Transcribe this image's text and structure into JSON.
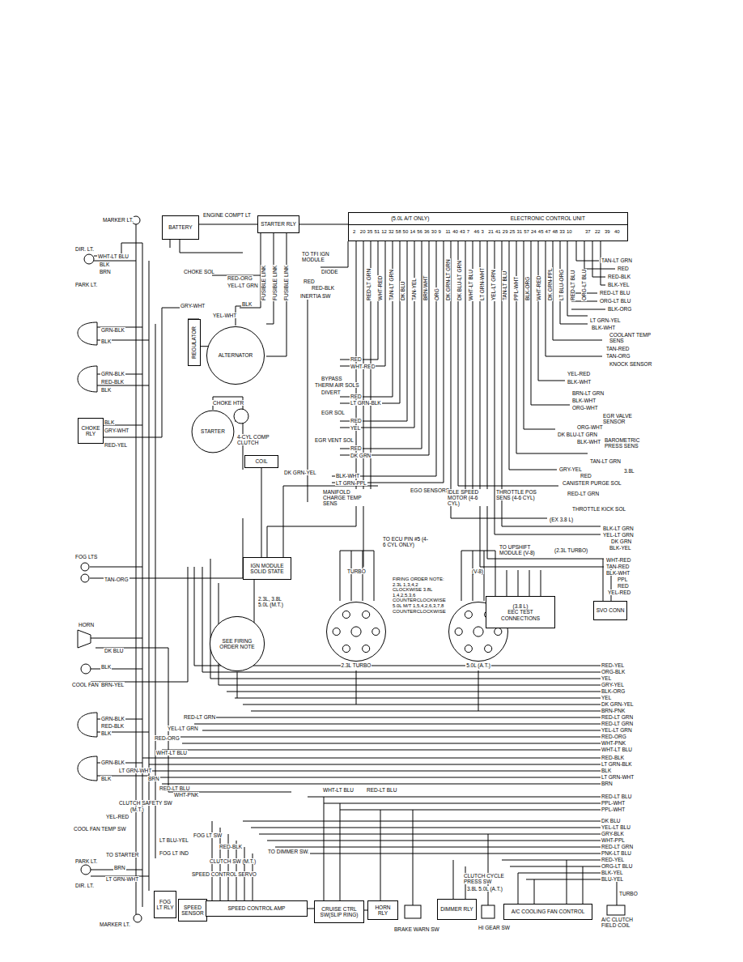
{
  "diagram": {
    "nodes": [
      {
        "text": [
          "BATTERY"
        ]
      },
      {
        "text": [
          "STARTER RLY"
        ]
      },
      {
        "text": [
          "(5.0L A/T ONLY)",
          "ELECTRONIC CONTROL UNIT"
        ]
      },
      {
        "text": [
          "REGULATOR"
        ]
      },
      {
        "text": [
          "ALTERNATOR"
        ]
      },
      {
        "text": [
          "CHOKE RLY"
        ]
      },
      {
        "text": [
          "STARTER"
        ]
      },
      {
        "text": [
          "COIL"
        ]
      },
      {
        "text": [
          "IGN MODULE",
          "SOLID STATE"
        ]
      },
      {
        "text": [
          "SEE FIRING ORDER NOTE"
        ]
      },
      {
        "text": [
          "2.3L TURBO"
        ]
      },
      {
        "text": [
          "5.0L (A.T.)"
        ]
      },
      {
        "text": [
          "(3.8 L)",
          "EEC TEST CONNECTIONS"
        ]
      },
      {
        "text": [
          "SVO CONN"
        ]
      },
      {
        "text": [
          "FOG LT RLY"
        ]
      },
      {
        "text": [
          "SPEED SENSOR"
        ]
      },
      {
        "text": [
          "SPEED CONTROL AMP"
        ]
      },
      {
        "text": [
          "CRUISE CTRL SW(SLIP RING)"
        ]
      },
      {
        "text": [
          "HORN RLY"
        ]
      },
      {
        "text": [
          "DIMMER RLY"
        ]
      },
      {
        "text": [
          "A/C COOLING FAN CONTROL"
        ]
      }
    ],
    "edges": [
      {
        "from": 0,
        "to": 1,
        "arrow": "none"
      },
      {
        "from": 3,
        "to": 4,
        "arrow": "none"
      },
      {
        "from": 7,
        "to": 8,
        "arrow": "none"
      },
      {
        "from": 8,
        "to": 9,
        "arrow": "none"
      },
      {
        "from": 15,
        "to": 16,
        "arrow": "none"
      },
      {
        "from": 16,
        "to": 17,
        "arrow": "none"
      },
      {
        "from": 17,
        "to": 18,
        "arrow": "none"
      }
    ],
    "labels": [
      "2",
      "20",
      "35",
      "51",
      "12",
      "32",
      "58",
      "50",
      "14",
      "56",
      "36",
      "30",
      "9",
      "11",
      "40",
      "43",
      "7",
      "46",
      "3",
      "21",
      "41",
      "29",
      "25",
      "31",
      "57",
      "24",
      "45",
      "47",
      "48",
      "33",
      "10",
      "37",
      "22",
      "39",
      "40",
      "RED-LT GRN",
      "WHT-RED",
      "TAN-LT GRN",
      "DK BLU",
      "TAN-YEL",
      "BRN-WHT",
      "ORG",
      "DK GRN-LT GRN",
      "DK BLU-LT GRN",
      "WHT-LT BLU",
      "LT GRN-WHT",
      "YEL-LT GRN",
      "TAN-LT BLU",
      "PPL-WHT",
      "BLK-ORG",
      "WHT-RED",
      "DK GRN-PPL",
      "LT BLU-ORG",
      "RED-LT BLU",
      "ORG-LT BLU",
      "TAN-LT GRN",
      "RED",
      "RED-BLK",
      "BLK-YEL",
      "RED-LT BLU",
      "ORG-LT BLU",
      "BLK-ORG",
      "LT GRN-YEL",
      "BLK-WHT",
      "COOLANT TEMP SENS",
      "TAN-RED",
      "TAN-ORG",
      "KNOCK SENSOR",
      "YEL-RED",
      "BLK-WHT",
      "BRN-LT GRN",
      "BLK-WHT",
      "ORG-WHT",
      "EGR VALVE SENSOR",
      "ORG-WHT",
      "DK BLU-LT GRN",
      "BLK-WHT",
      "BAROMETRIC PRESS SENS",
      "TAN-LT GRN",
      "GRY-YEL",
      "3.8L",
      "RED",
      "CANISTER PURGE SOL",
      "RED-LT GRN",
      "THROTTLE KICK SOL",
      "(EX 3.8 L)",
      "BLK-LT GRN",
      "YEL-LT GRN",
      "DK GRN",
      "BLK-YEL",
      "(2.3L TURBO)",
      "WHT-RED",
      "TAN-RED",
      "BLK-WHT",
      "PPL",
      "RED",
      "YEL-RED",
      "RED-YEL",
      "ORG-BLK",
      "YEL",
      "GRY-YEL",
      "BLK-ORG",
      "YEL",
      "DK GRN-YEL",
      "BRN-PNK",
      "RED-LT GRN",
      "RED-LT GRN",
      "YEL-LT GRN",
      "RED-ORG",
      "WHT-PNK",
      "WHT-LT BLU",
      "RED-BLK",
      "LT GRN-BLK",
      "BLK",
      "LT GRN-WHT",
      "BRN",
      "RED-LT BLU",
      "PPL-WHT",
      "PPL-WHT",
      "DK BLU",
      "YEL-LT BLU",
      "GRY-BLK",
      "WHT-PPL",
      "RED-LT GRN",
      "PNK-LT BLU",
      "RED-YEL",
      "ORG-LT BLU",
      "BLK-YEL",
      "BLU-YEL",
      "MARKER LT.",
      "ENGINE COMPT LT",
      "DIR. LT.",
      "WHT-LT BLU",
      "BLK",
      "BRN",
      "PARK LT.",
      "GRN-BLK",
      "BLK",
      "GRN-BLK",
      "RED-BLK",
      "BLK",
      "BLK",
      "GRY-WHT",
      "RED-YEL",
      "FOG LTS",
      "TAN-ORG",
      "HORN",
      "DK BLU",
      "BLK",
      "COOL FAN",
      "BRN-YEL",
      "GRN-BLK",
      "RED-BLK",
      "BLK",
      "RED-LT GRN",
      "YEL-LT GRN",
      "RED-ORG",
      "WHT-LT BLU",
      "GRN-BLK",
      "LT GRN-WHT",
      "BLK",
      "BRN",
      "RED-LT BLU",
      "WHT-PNK",
      "CLUTCH SAFETY SW",
      "(M.T.)",
      "YEL-RED",
      "COOL FAN TEMP SW",
      "LT BLU-YEL",
      "FOG LT SW",
      "RED-BLK",
      "TO DIMMER SW.",
      "FOG LT IND",
      "TO STARTER",
      "CLUTCH SW (M.T.)",
      "PARK LT.",
      "BRN",
      "SPEED CONTROL SERVO",
      "LT GRN-WHT",
      "DIR. LT.",
      "MARKER LT.",
      "CHOKE SOL",
      "RED-ORG",
      "YEL-LT GRN",
      "GRY-WHT",
      "BLK",
      "YEL-WHT",
      "FUSIBLE LINK",
      "FUSIBLE LINK",
      "FUSIBLE LINK",
      "TO TFI IGN MODULE",
      "DIODE",
      "RED",
      "RED-BLK",
      "INERTIA SW",
      "RED",
      "WHT-RED",
      "BYPASS",
      "THERM AIR SOLS",
      "DIVERT",
      "RED",
      "LT GRN-BLK",
      "EGR SOL",
      "RED",
      "YEL",
      "EGR VENT SOL",
      "RED",
      "DK GRN",
      "BLK-WHT",
      "LT GRN-PPL",
      "MANIFOLD CHARGE TEMP SENS",
      "EGO SENSORS",
      "IDLE SPEED MOTOR (4-6 CYL)",
      "THROTTLE POS SENS (4-6 CYL)",
      "CHOKE HTR",
      "4-CYL COMP CLUTCH",
      "DK GRN-YEL",
      "TO ECU PIN #5 (4-6 CYL ONLY)",
      "TURBO",
      "(V-8)",
      "FIRING ORDER NOTE: 2.3L 1,3,4,2 CLOCKWISE 3.8L 1,4,2,5,3,6 COUNTERCLOCKWISE 5.0L M/T 1,5,4,2,6,3,7,8 COUNTERCLOCKWISE",
      "TO UPSHIFT MODULE (V-8)",
      "2.3L, 3.8L 5.0L (M.T.)",
      "WHT-LT BLU",
      "RED-LT BLU",
      "CLUTCH CYCLE PRESS SW",
      "3.8L 5.0L (A.T.)",
      "BRAKE WARN SW",
      "HI GEAR SW",
      "A/C CLUTCH FIELD COIL",
      "TURBO"
    ]
  }
}
